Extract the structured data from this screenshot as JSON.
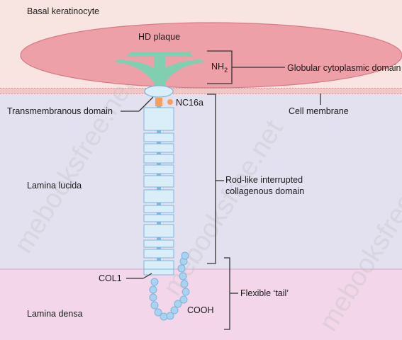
{
  "regions": {
    "cell": "Basal keratinocyte",
    "lucida": "Lamina lucida",
    "densa": "Lamina densa"
  },
  "labels": {
    "hd_plaque": "HD plaque",
    "nh2_base": "NH",
    "nh2_sub": "2",
    "globular": "Globular cytoplasmic domain",
    "nc16a": "NC16a",
    "cell_membrane": "Cell membrane",
    "transmembranous": "Transmembranous domain",
    "rod_line1": "Rod-like interrupted",
    "rod_line2": "collagenous domain",
    "col1": "COL1",
    "flexible_tail": "Flexible ‘tail’",
    "cooh": "COOH"
  },
  "watermark": "mebooksfree.net",
  "colors": {
    "cell_bg": "#f8e4e0",
    "lucida_bg": "#e3e0f0",
    "densa_bg": "#f3d6ea",
    "plaque_fill": "#eea0a8",
    "globular_domain": "#7fcfb0",
    "collagen_block": "#d9eef9",
    "collagen_link": "#7fb4dc",
    "nc16a_dot": "#f3a060",
    "tail_bead": "#a9d3f0"
  }
}
